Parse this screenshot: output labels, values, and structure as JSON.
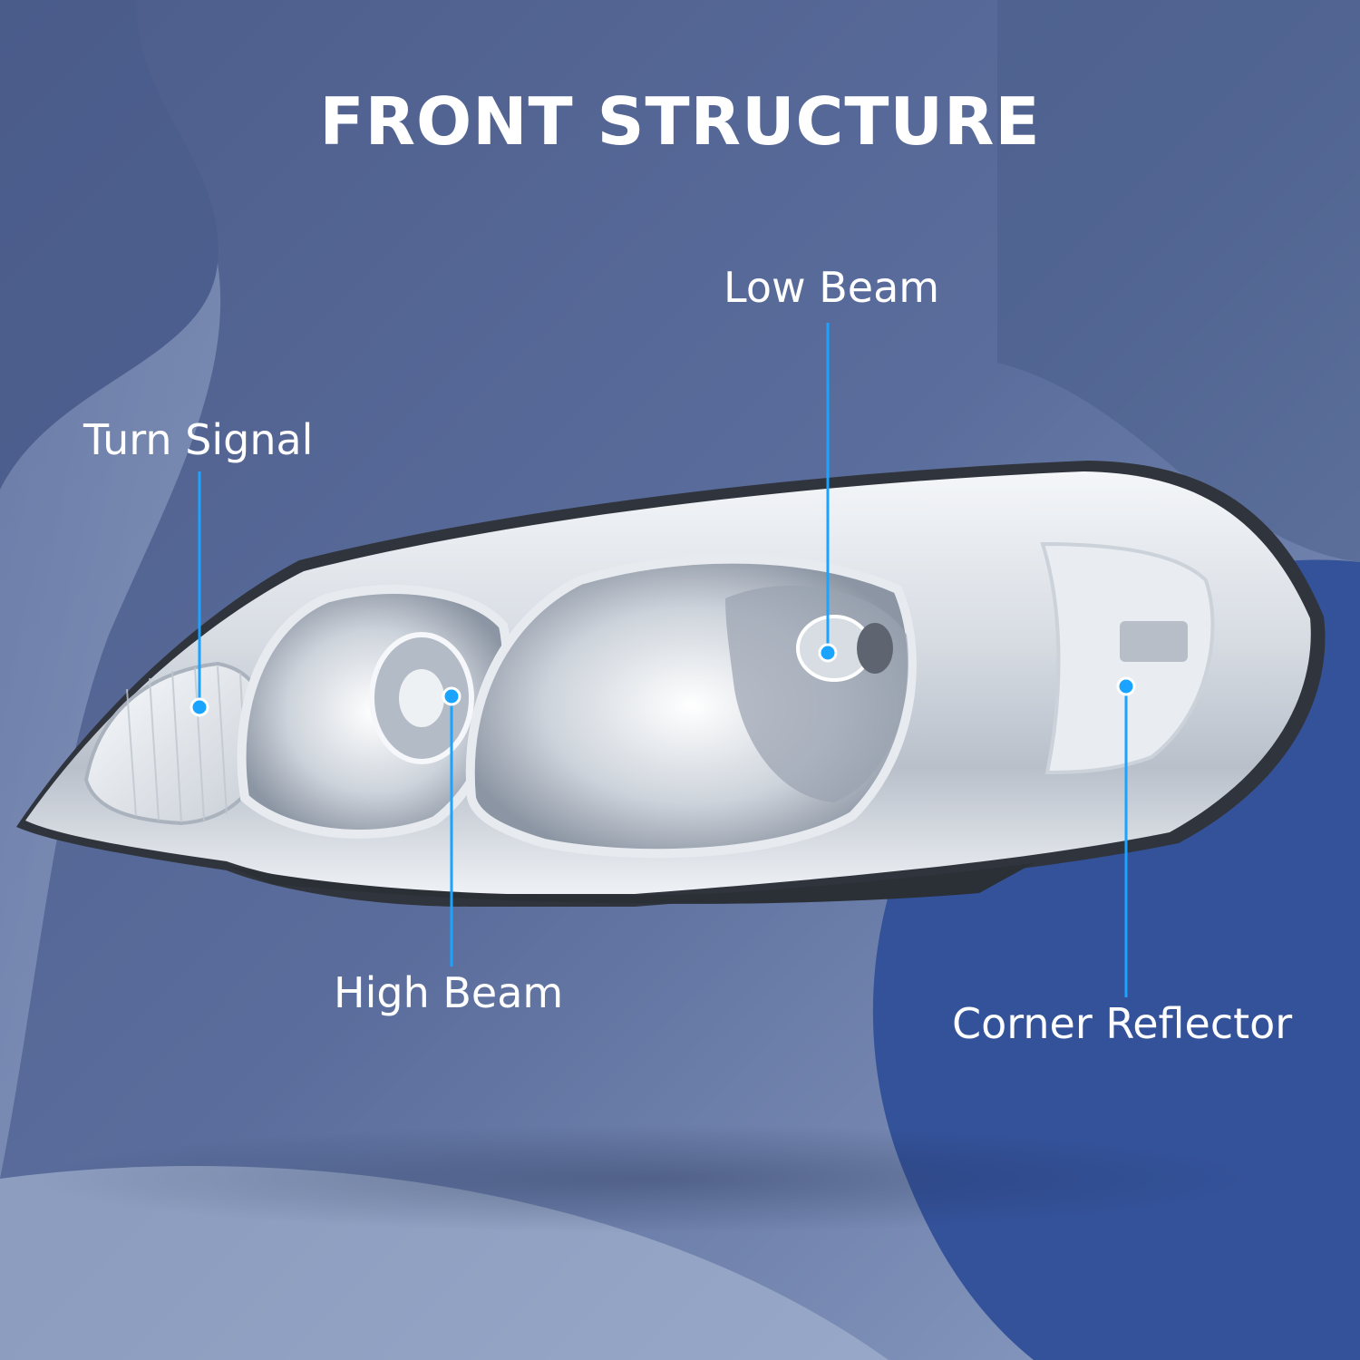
{
  "title": "FRONT STRUCTURE",
  "callouts": {
    "turn_signal": "Turn Signal",
    "low_beam": "Low Beam",
    "high_beam": "High Beam",
    "corner_reflector": "Corner Reflector"
  },
  "colors": {
    "background": "#4b5d8c",
    "accent": "#1aa3ff",
    "text": "#ffffff"
  }
}
